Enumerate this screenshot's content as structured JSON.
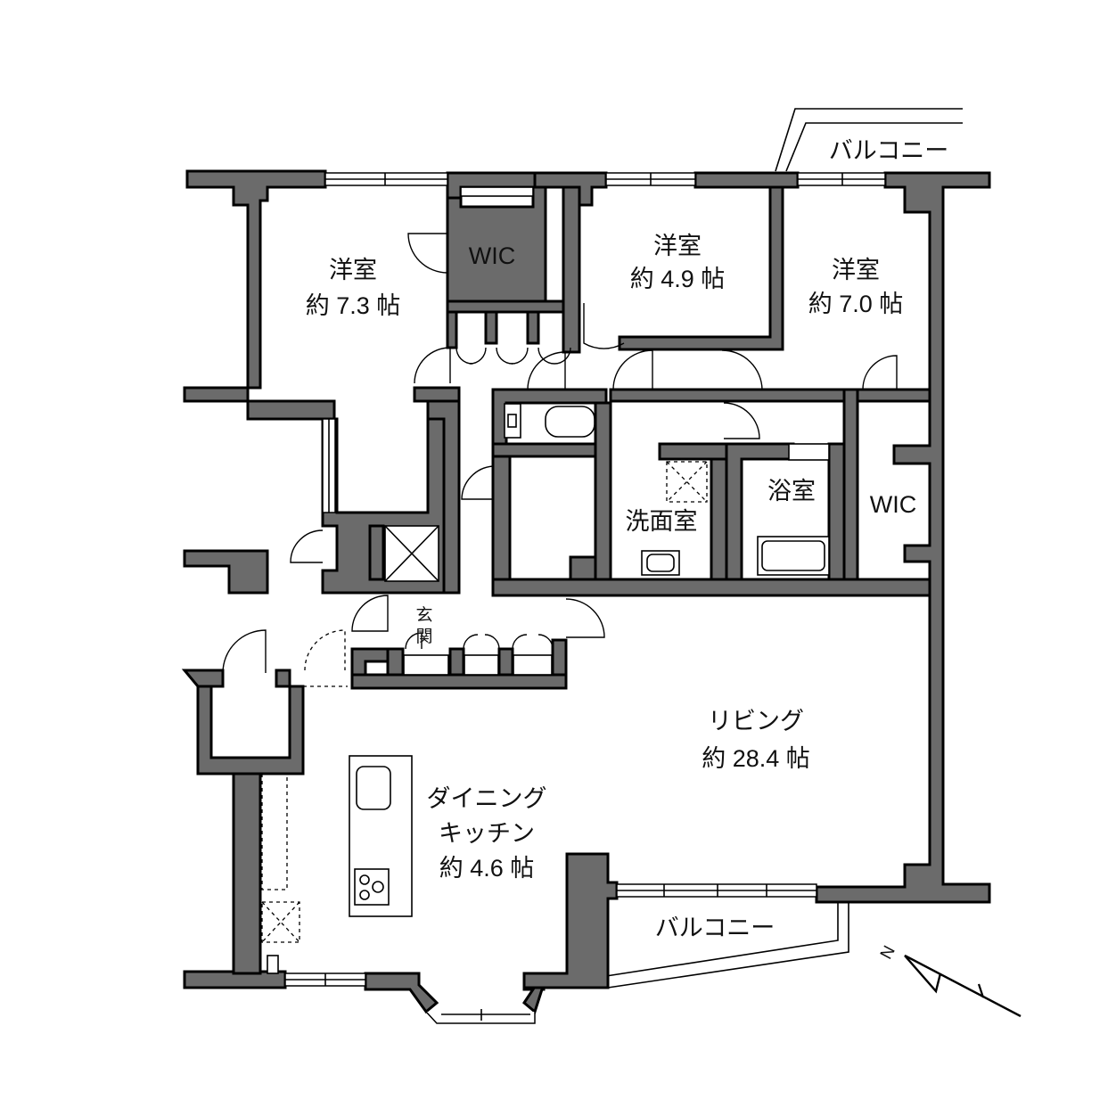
{
  "rooms": {
    "west_room": {
      "name": "洋室",
      "size": "約 7.3 帖"
    },
    "center_room": {
      "name": "洋室",
      "size": "約 4.9 帖"
    },
    "east_room": {
      "name": "洋室",
      "size": "約 7.0 帖"
    },
    "wic_top": {
      "name": "WIC"
    },
    "wic_right": {
      "name": "WIC"
    },
    "bath": {
      "name": "浴室"
    },
    "washroom": {
      "name": "洗面室"
    },
    "entrance": {
      "line1": "玄",
      "line2": "関"
    },
    "living": {
      "name": "リビング",
      "size": "約 28.4 帖"
    },
    "dining": {
      "line1": "ダイニング",
      "line2": "キッチン",
      "size": "約 4.6 帖"
    }
  },
  "balconies": {
    "top": {
      "name": "バルコニー"
    },
    "bottom": {
      "name": "バルコニー"
    }
  },
  "compass": {
    "north_label": "N"
  }
}
